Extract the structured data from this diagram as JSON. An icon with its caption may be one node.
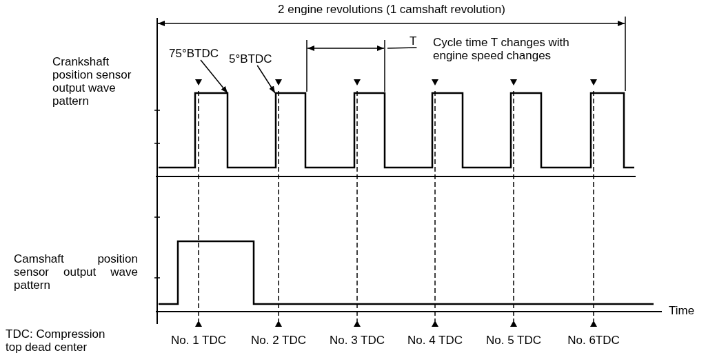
{
  "diagram": {
    "nodes": [
      {
        "text": [
          "75°BTDC"
        ]
      },
      {
        "text": [
          "5°BTDC"
        ]
      },
      {
        "text": [
          "T"
        ]
      },
      {
        "text": [],
        "shape": "waveform"
      }
    ],
    "edges": [
      {
        "from": 0,
        "to": 3,
        "arrow": "to"
      },
      {
        "from": 1,
        "to": 3,
        "arrow": "to"
      },
      {
        "from": 2,
        "to": null,
        "arrow": "none"
      }
    ],
    "labels": [
      "2 engine revolutions (1 camshaft revolution)",
      "Crankshaft position sensor output wave pattern",
      "Cycle time T changes with engine speed changes",
      "Camshaft position sensor output wave pattern",
      "Time",
      "TDC: Compression top dead center",
      "No. 1 TDC",
      "No. 2 TDC",
      "No. 3 TDC",
      "No. 4 TDC",
      "No. 5 TDC",
      "No. 6TDC"
    ]
  }
}
